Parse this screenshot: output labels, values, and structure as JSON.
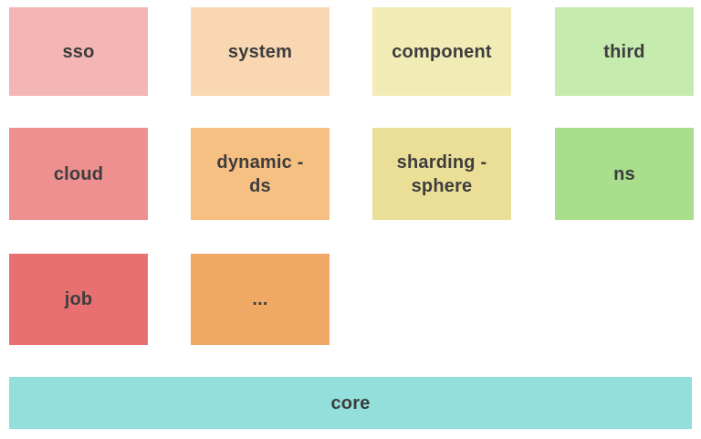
{
  "diagram": {
    "background": "#ffffff",
    "text_color": "#3d3d3d",
    "rows": [
      {
        "boxes": [
          {
            "label": "sso",
            "color": "#f4b5b5"
          },
          {
            "label": "system",
            "color": "#f8d7b2"
          },
          {
            "label": "component",
            "color": "#f1ecb5"
          },
          {
            "label": "third",
            "color": "#c6ebae"
          }
        ]
      },
      {
        "boxes": [
          {
            "label": "cloud",
            "color": "#ef9090"
          },
          {
            "label": "dynamic -\nds",
            "color": "#f6c083"
          },
          {
            "label": "sharding -\nsphere",
            "color": "#ebdf97"
          },
          {
            "label": "ns",
            "color": "#a8de8c"
          }
        ]
      },
      {
        "boxes": [
          {
            "label": "job",
            "color": "#e97070"
          },
          {
            "label": "...",
            "color": "#f0a964"
          }
        ]
      }
    ],
    "footer": {
      "label": "core",
      "color": "#93dfdc"
    }
  }
}
